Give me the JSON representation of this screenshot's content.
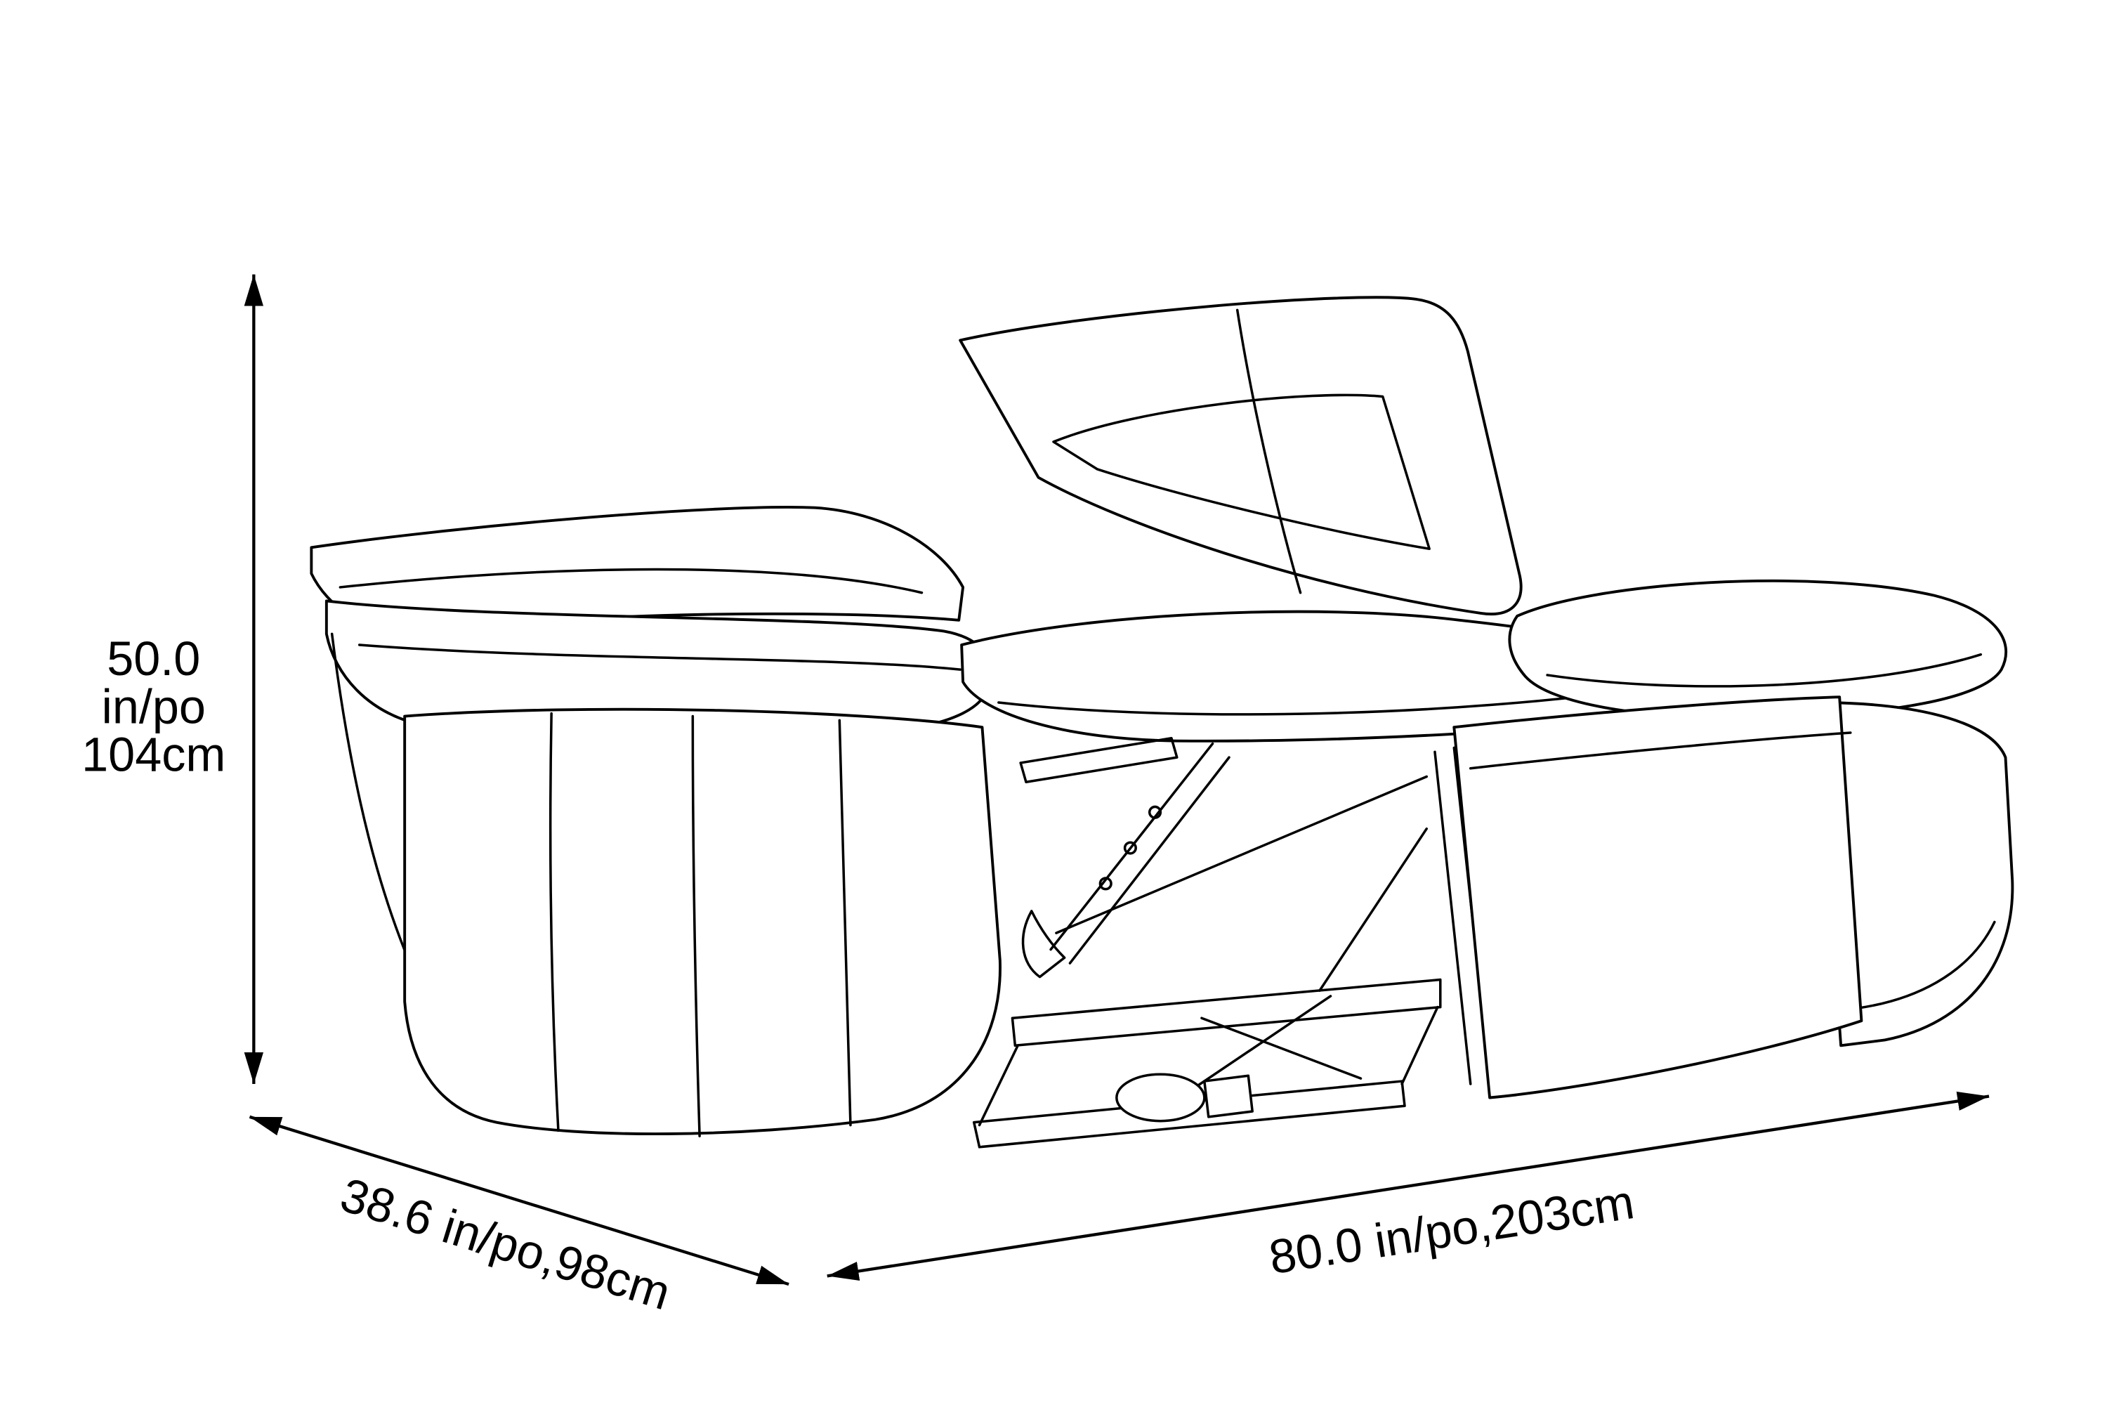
{
  "diagram": {
    "background_color": "#ffffff",
    "line_color": "#000000",
    "height_dimension": {
      "value": "50.0",
      "unit": "in/po",
      "metric": "104cm"
    },
    "depth_dimension": {
      "label": "38.6 in/po,98cm"
    },
    "width_dimension": {
      "label": "80.0 in/po,203cm"
    }
  }
}
